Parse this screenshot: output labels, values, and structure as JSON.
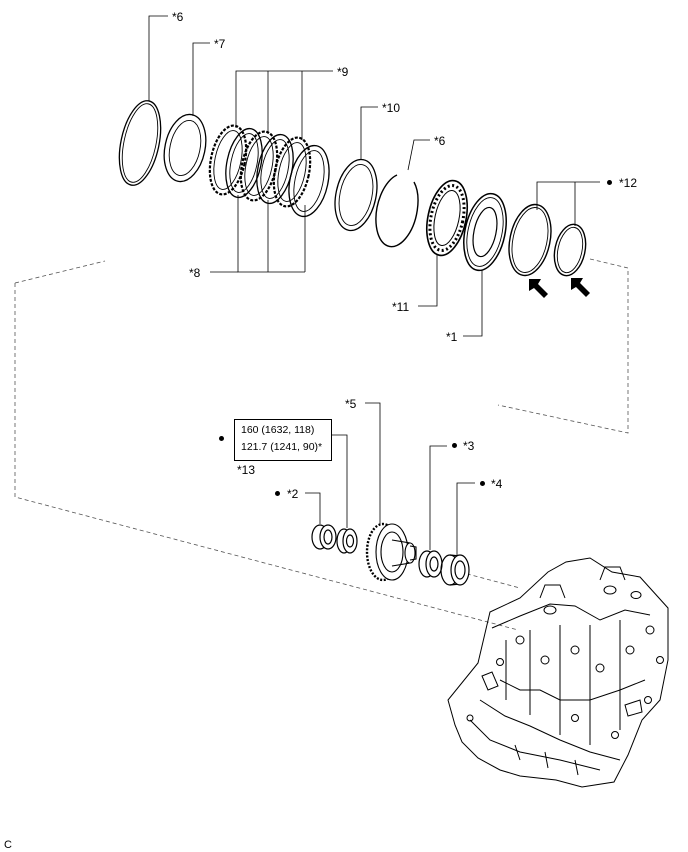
{
  "callouts": {
    "c1": "*1",
    "c2": "*2",
    "c3": "*3",
    "c4": "*4",
    "c5": "*5",
    "c6a": "*6",
    "c6b": "*6",
    "c7": "*7",
    "c8": "*8",
    "c9": "*9",
    "c10": "*10",
    "c11": "*11",
    "c12": "*12",
    "c13": "*13"
  },
  "torque": {
    "line1": "160 (1632, 118)",
    "line2": "121.7 (1241, 90)*"
  },
  "corner_code": "C",
  "icons": [
    "replace-part-dot-icon",
    "apply-fluid-arrow-icon"
  ]
}
